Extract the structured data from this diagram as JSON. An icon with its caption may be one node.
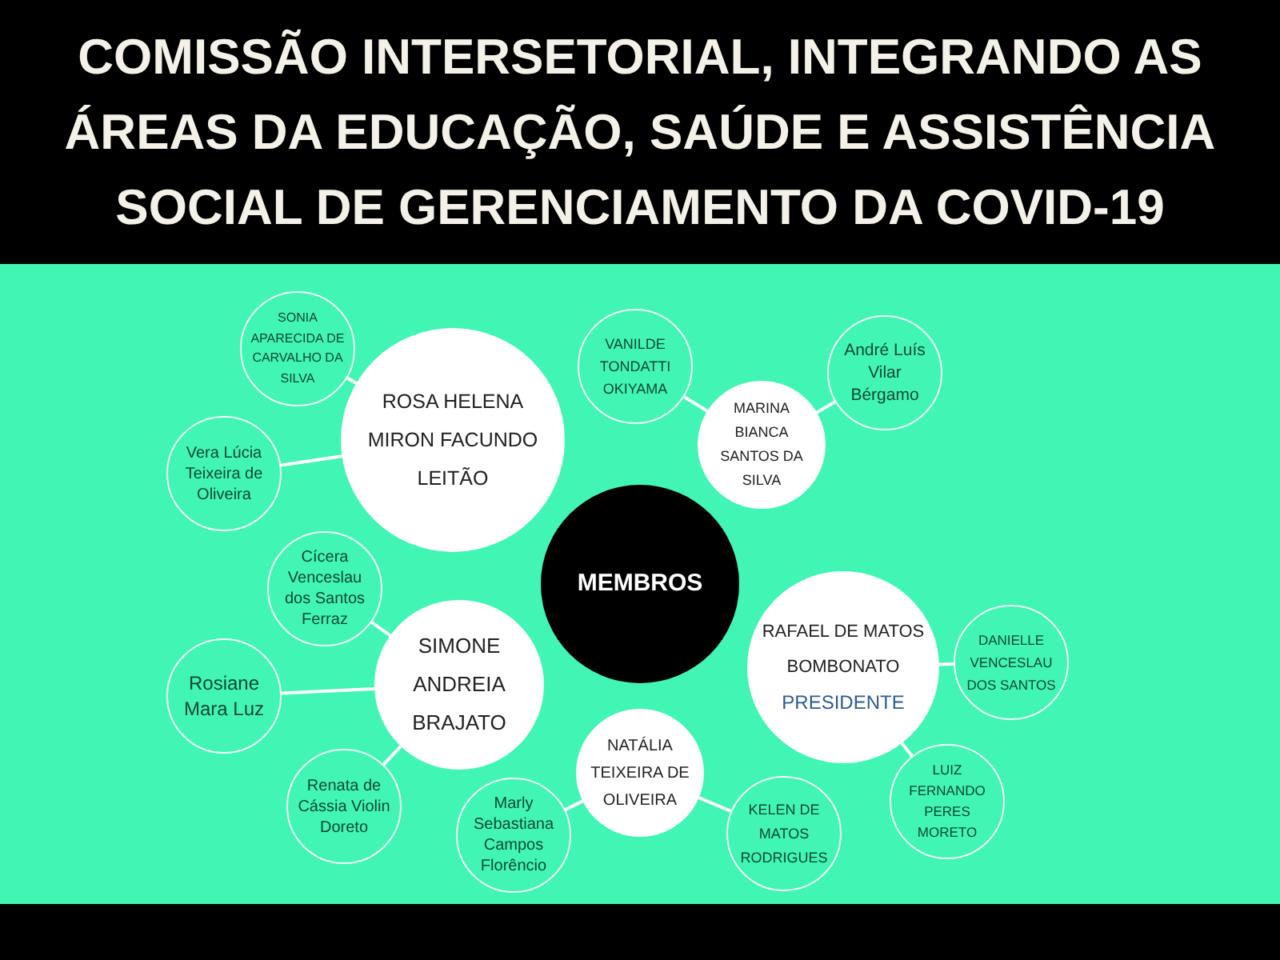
{
  "diagram": {
    "title": "COMISSÃO INTERSETORIAL, INTEGRANDO AS ÁREAS DA EDUCAÇÃO, SAÚDE E ASSISTÊNCIA SOCIAL DE GERENCIAMENTO DA COVID-19",
    "nodes": [
      {
        "text": [
          "MEMBROS"
        ]
      },
      {
        "text": [
          "ROSA HELENA MIRON FACUNDO LEITÃO"
        ]
      },
      {
        "text": [
          "SONIA APARECIDA DE CARVALHO DA SILVA"
        ]
      },
      {
        "text": [
          "Vera Lúcia Teixeira de Oliveira"
        ]
      },
      {
        "text": [
          "MARINA BIANCA SANTOS DA SILVA"
        ]
      },
      {
        "text": [
          "VANILDE TONDATTI OKIYAMA"
        ]
      },
      {
        "text": [
          "André Luís Vilar Bérgamo"
        ]
      },
      {
        "text": [
          "SIMONE ANDREIA BRAJATO"
        ]
      },
      {
        "text": [
          "Cícera Venceslau dos Santos Ferraz"
        ]
      },
      {
        "text": [
          "Rosiane Mara Luz"
        ]
      },
      {
        "text": [
          "Renata de Cássia Violin Doreto"
        ]
      },
      {
        "text": [
          "RAFAEL DE MATOS BOMBONATO",
          "PRESIDENTE"
        ]
      },
      {
        "text": [
          "DANIELLE VENCESLAU DOS SANTOS"
        ]
      },
      {
        "text": [
          "LUIZ FERNANDO PERES MORETO"
        ]
      },
      {
        "text": [
          "NATÁLIA TEIXEIRA DE OLIVEIRA"
        ]
      },
      {
        "text": [
          "Marly Sebastiana Campos Florêncio"
        ]
      },
      {
        "text": [
          "KELEN DE MATOS RODRIGUES"
        ]
      }
    ],
    "edges": [
      {
        "from": 1,
        "to": 2,
        "arrow": "none"
      },
      {
        "from": 1,
        "to": 3,
        "arrow": "none"
      },
      {
        "from": 4,
        "to": 5,
        "arrow": "none"
      },
      {
        "from": 4,
        "to": 6,
        "arrow": "none"
      },
      {
        "from": 7,
        "to": 8,
        "arrow": "none"
      },
      {
        "from": 7,
        "to": 9,
        "arrow": "none"
      },
      {
        "from": 7,
        "to": 10,
        "arrow": "none"
      },
      {
        "from": 11,
        "to": 12,
        "arrow": "none"
      },
      {
        "from": 11,
        "to": 13,
        "arrow": "none"
      },
      {
        "from": 14,
        "to": 15,
        "arrow": "none"
      },
      {
        "from": 14,
        "to": 16,
        "arrow": "none"
      }
    ]
  }
}
